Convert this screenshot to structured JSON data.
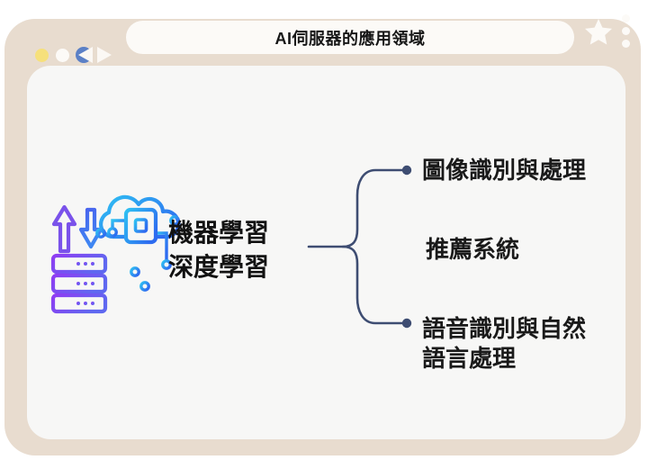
{
  "titlebar": {
    "title": "AI伺服器的應用領域",
    "window_dot_colors": [
      "#f6e07b",
      "#fcfaf7",
      "#5b80c6"
    ],
    "icon_color": "#fcfaf7"
  },
  "diagram": {
    "root_label_line1": "機器學習",
    "root_label_line2": "深度學習",
    "branches": [
      {
        "label": "圖像識別與處理"
      },
      {
        "label": "推薦系統"
      },
      {
        "label": "語音識別與自然語言處理"
      }
    ],
    "connector_color": "#3e4d72",
    "icon": {
      "name": "ai-cloud-server-icon",
      "cloud_gradient": [
        "#2fc0f2",
        "#2e6cf0"
      ],
      "server_gradient": [
        "#8f3cf2",
        "#5f68f0"
      ],
      "up_arrow_color": "#7a52ea",
      "down_arrow_gradient": [
        "#4a63ee",
        "#3f86f2"
      ]
    }
  },
  "colors": {
    "frame": "#e8dccf",
    "card": "#f7f7f6",
    "pill": "#fcfaf7",
    "text": "#161616"
  }
}
